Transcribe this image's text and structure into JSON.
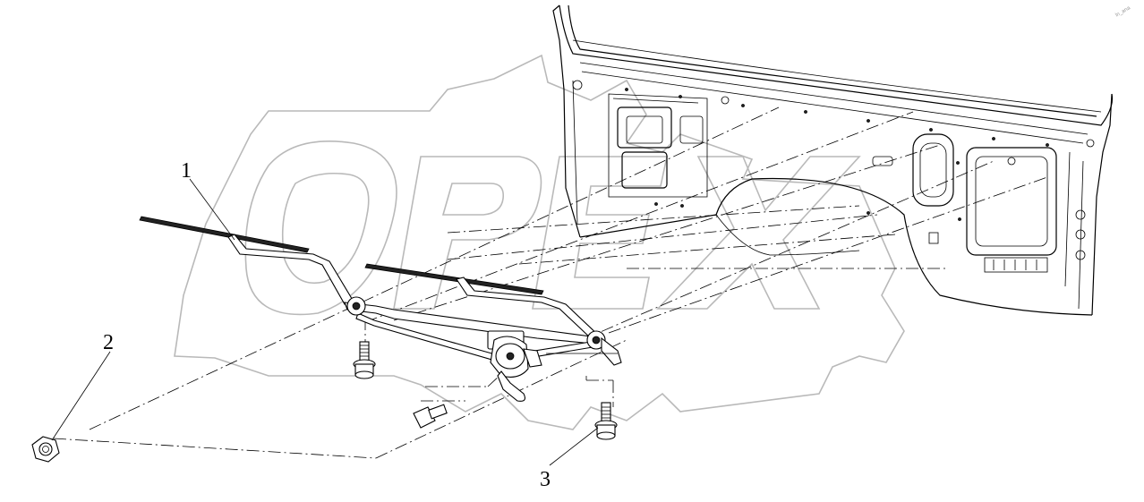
{
  "callouts": [
    {
      "id": "1",
      "label": "1"
    },
    {
      "id": "2",
      "label": "2"
    },
    {
      "id": "3",
      "label": "3"
    }
  ],
  "watermark": {
    "text": "OPEX",
    "color": "#b9b9b9"
  },
  "corner_mark": "ln_ana",
  "colors": {
    "line": "#000000",
    "background": "#ffffff"
  }
}
